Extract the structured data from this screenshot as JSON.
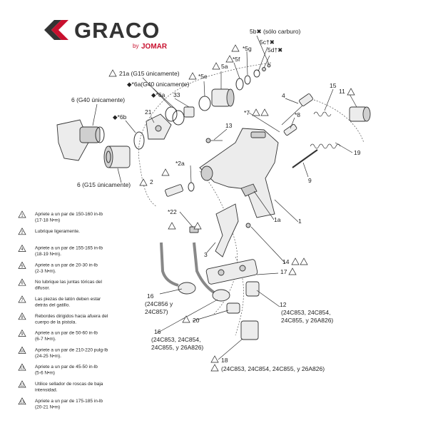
{
  "logo": {
    "brand": "GRACO",
    "by": "by",
    "partner": "JOMAR"
  },
  "callouts": {
    "c5b": "5b✖ (sólo carburo)",
    "c5g": "*5g",
    "c5f": "*5f",
    "c5c": "5c†✖",
    "c5d": "5d†✖",
    "c5e": "*5e",
    "c5a": "5a",
    "c21a": "21a (G15 únicamente)",
    "c6a_g40": "◆*6a(G40 únicamente)",
    "c6a": "◆*6a",
    "c33": "33",
    "c6_g40": "6 (G40 únicamente)",
    "c6b": "◆*6b",
    "c21": "21",
    "c6_g15": "6 (G15 únicamente)",
    "c4": "4",
    "c15": "15",
    "c11": "11",
    "c7": "*7",
    "c8": "*8",
    "c13": "13",
    "c19": "19",
    "c2a": "*2a",
    "c2": "2",
    "c9": "9",
    "c22": "*22",
    "c1a": "1a",
    "c1": "1",
    "c3": "3",
    "c14": "14",
    "c17": "17",
    "c16a_1": "16",
    "c16a_2": "(24C856 y",
    "c16a_3": "24C857)",
    "c20": "20",
    "c12_1": "12",
    "c12_2": "(24C853, 24C854,",
    "c12_3": "24C855, y 26A826)",
    "c16b_1": "16",
    "c16b_2": "(24C853, 24C854,",
    "c16b_3": "24C855, y 26A826)",
    "c18": "18",
    "c18b": "(24C853, 24C854, 24C855, y 26A826)"
  },
  "notes": [
    {
      "num": "1",
      "lines": [
        "Apriete a un par de 150-160 in-lb",
        "(17-18 N•m)"
      ]
    },
    {
      "num": "2",
      "lines": [
        "Lubrique ligeramente."
      ]
    },
    {
      "num": "4",
      "lines": [
        "Apriete a un par de 155-165 in-lb",
        "(18-19 N•m)."
      ]
    },
    {
      "num": "5",
      "lines": [
        "Apriete a un par de 20-30 in-lb",
        "(2-3 N•m)."
      ]
    },
    {
      "num": "6",
      "lines": [
        "No lubrique las juntas tóricas del",
        "difusor."
      ]
    },
    {
      "num": "7",
      "lines": [
        "Las piezas de latón deben estar",
        "detrás del gatillo."
      ]
    },
    {
      "num": "8",
      "lines": [
        "Rebordes dirigidos hacia afuera del",
        "cuerpo de la pistola."
      ]
    },
    {
      "num": "9",
      "lines": [
        "Apriete a un par de 50-60 in-lb",
        "(6-7 N•m)."
      ]
    },
    {
      "num": "10",
      "lines": [
        "Apriete a un par de 210-220 pulg-lb",
        "(24-25 N•m)."
      ]
    },
    {
      "num": "11",
      "lines": [
        "Apriete a un par de 45-50 in-lb",
        "(5-6 N•m)"
      ]
    },
    {
      "num": "12",
      "lines": [
        "Utilice sellador de roscas de baja",
        "intensidad."
      ]
    },
    {
      "num": "13",
      "lines": [
        "Apriete a un par de 175-185 in-lb",
        "(20-21 N•m)"
      ]
    }
  ]
}
